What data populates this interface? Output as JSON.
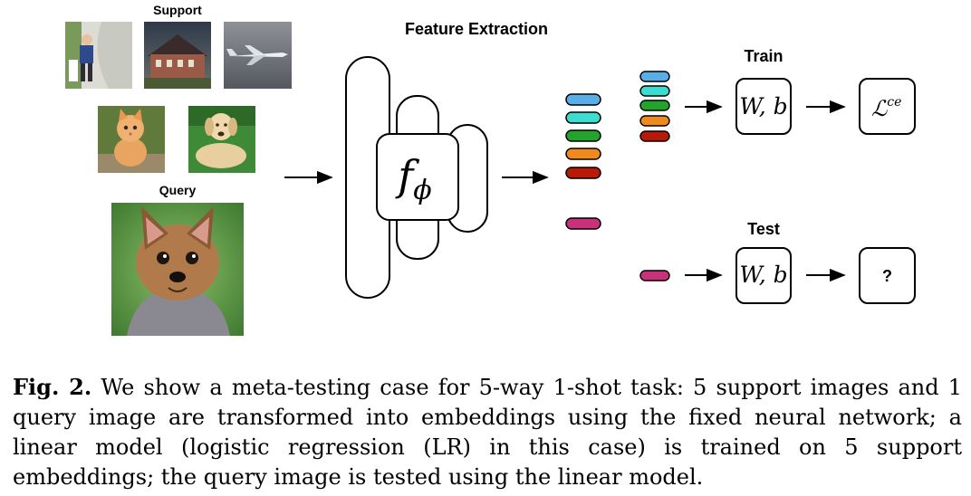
{
  "labels": {
    "support": "Support",
    "query": "Query",
    "feature_extraction": "Feature Extraction",
    "train": "Train",
    "test": "Test"
  },
  "math": {
    "f": "f",
    "phi": "ϕ",
    "W": "W",
    "comma_b": ", b",
    "L": "ℒ",
    "ce": "ce",
    "unknown": "?"
  },
  "images": {
    "support": [
      "child-on-path",
      "house",
      "airplane",
      "kitten",
      "labrador-dog"
    ],
    "query": "yorkshire-terrier"
  },
  "colors": {
    "embedding_support": [
      "#5aaee8",
      "#3ddcd0",
      "#22a32c",
      "#f08a1c",
      "#b81a0a"
    ],
    "embedding_query": "#c8327a"
  },
  "caption": {
    "fig_label": "Fig. 2.",
    "text": "We show a meta-testing case for 5-way 1-shot task: 5 support images and 1 query image are transformed into embeddings using the fixed neural network; a linear model (logistic regression (LR) in this case) is trained on 5 support embeddings; the query image is tested using the linear model."
  }
}
